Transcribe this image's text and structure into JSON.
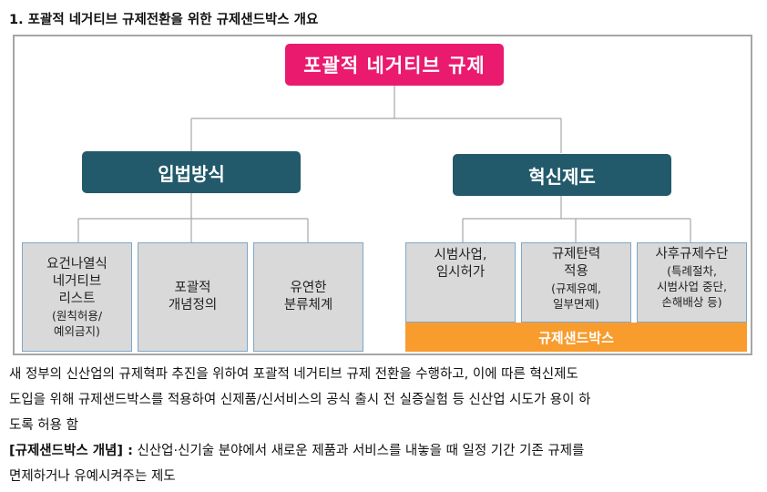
{
  "heading": "1. 포괄적 네거티브 규제전환을 위한 규제샌드박스 개요",
  "diagram": {
    "root": "포괄적 네거티브 규제",
    "branches": [
      {
        "label": "입법방식",
        "items": [
          {
            "main": "요건나열식\n네거티브\n리스트",
            "sub": "(원칙허용/\n예외금지)"
          },
          {
            "main": "포괄적\n개념정의",
            "sub": ""
          },
          {
            "main": "유연한\n분류체계",
            "sub": ""
          }
        ]
      },
      {
        "label": "혁신제도",
        "items": [
          {
            "main": "시범사업,\n임시허가",
            "sub": ""
          },
          {
            "main": "규제탄력\n적용",
            "sub": "(규제유예,\n일부면제)"
          },
          {
            "main": "사후규제수단",
            "sub": "(특례절차,\n시범사업 중단,\n손해배상 등)"
          }
        ],
        "footer": "규제샌드박스"
      }
    ]
  },
  "body": {
    "para1": [
      "새 정부의 신산업의 규제혁파 추진을 위하여 포괄적 네거티브 규제 전환을 수행하고, 이에 따른 혁신제도",
      "도입을 위해 규제샌드박스를 적용하여 신제품/신서비스의 공식 출시 전 실증실험 등 신산업 시도가 용이 하",
      "도록 허용 함"
    ],
    "para2_bold": "[규제샌드박스 개념] :",
    "para2_rest": " 신산업·신기술 분야에서 새로운 제품과 서비스를 내놓을 때 일정 기간 기존 규제를",
    "para2_line2": "면제하거나 유예시켜주는 제도"
  }
}
